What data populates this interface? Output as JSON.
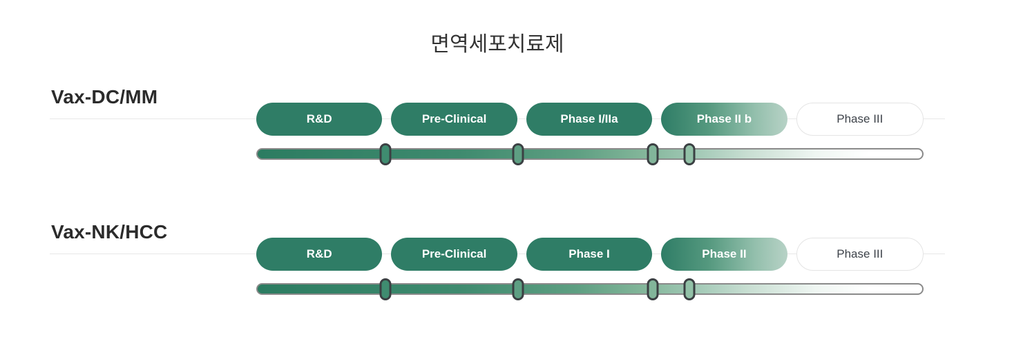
{
  "title": "면역세포치료제",
  "colors": {
    "phase_done_green": "#2F7D66",
    "phase_current_gradient_end": "#B7D2C6",
    "phase_upcoming_border": "#E4E4E4",
    "phase_upcoming_text": "#3D4249",
    "bar_border_gray": "#8A8A8A",
    "marker_border_dark": "#3B4043",
    "row_label_text": "#2B2B2B",
    "title_text": "#333333"
  },
  "products": [
    {
      "name": "Vax-DC/MM",
      "phases": [
        {
          "label": "R&D",
          "state": "done"
        },
        {
          "label": "Pre-Clinical",
          "state": "done"
        },
        {
          "label": "Phase I/IIa",
          "state": "done"
        },
        {
          "label": "Phase II b",
          "state": "current"
        },
        {
          "label": "Phase III",
          "state": "upcoming"
        }
      ],
      "markers_percent": [
        19.2,
        39.2,
        59.5,
        65.0
      ]
    },
    {
      "name": "Vax-NK/HCC",
      "phases": [
        {
          "label": "R&D",
          "state": "done"
        },
        {
          "label": "Pre-Clinical",
          "state": "done"
        },
        {
          "label": "Phase I",
          "state": "done"
        },
        {
          "label": "Phase II",
          "state": "current"
        },
        {
          "label": "Phase III",
          "state": "upcoming"
        }
      ],
      "markers_percent": [
        19.2,
        39.2,
        59.5,
        65.0
      ]
    }
  ]
}
